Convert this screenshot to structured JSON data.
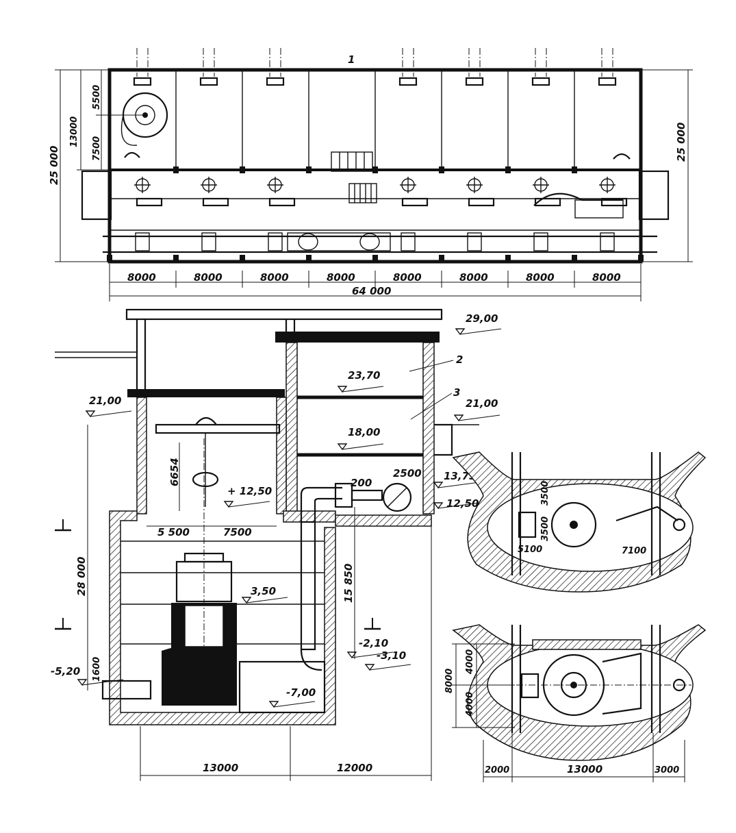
{
  "plan": {
    "dims_top_bays": [
      "8000",
      "8000",
      "8000",
      "8000",
      "8000",
      "8000",
      "8000",
      "8000"
    ],
    "dim_total": "64 000",
    "dim_left_total": "25 000",
    "dim_left_13000": "13000",
    "dim_left_5500": "5500",
    "dim_left_7500": "7500",
    "dim_right_total": "25 000",
    "callout_1": "1"
  },
  "section": {
    "elev_29": "29,00",
    "elev_23_70": "23,70",
    "elev_21_left": "21,00",
    "elev_21_right": "21,00",
    "elev_18": "18,00",
    "elev_13_75": "13,75",
    "elev_12_50_right": "12,50",
    "elev_12_50_mid": "+ 12,50",
    "elev_3_50": "3,50",
    "elev_m2_10": "-2,10",
    "elev_m3_10": "-3,10",
    "elev_m5_20": "-5,20",
    "elev_m7_00": "-7,00",
    "callout_2": "2",
    "callout_3": "3",
    "dim_6654": "6654",
    "dim_5500": "5 500",
    "dim_7500": "7500",
    "dim_28000": "28 000",
    "dim_15850": "15 850",
    "dim_1600": "1600",
    "dim_200": "200",
    "dim_2500": "2500",
    "dim_13000": "13000",
    "dim_12000": "12000"
  },
  "detail_top": {
    "dim_5100": "5100",
    "dim_3500a": "3500",
    "dim_3500b": "3500",
    "dim_7100": "7100"
  },
  "detail_bottom": {
    "dim_8000": "8000",
    "dim_4000a": "4000",
    "dim_4000b": "4000",
    "dim_2000": "2000",
    "dim_13000": "13000",
    "dim_3000": "3000"
  }
}
